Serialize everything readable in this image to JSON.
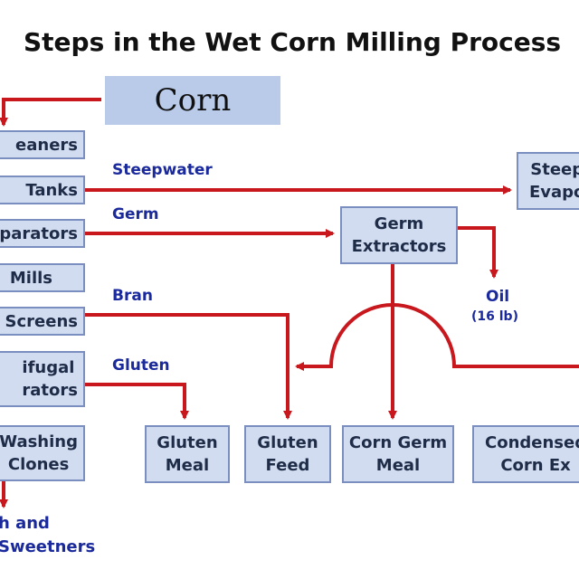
{
  "title": "Steps in the Wet Corn Milling Process",
  "source_node": "Corn",
  "process_steps": [
    {
      "id": "cleaners",
      "label": "eaners"
    },
    {
      "id": "steep-tanks",
      "label": "Tanks"
    },
    {
      "id": "germ-separators",
      "label": "parators"
    },
    {
      "id": "mills",
      "label": "Mills"
    },
    {
      "id": "screens",
      "label": "Screens"
    },
    {
      "id": "centrifugal-separators",
      "label": "ifugal\nrators"
    },
    {
      "id": "washing-cyclones",
      "label": "Washing\nClones"
    }
  ],
  "stream_labels": {
    "steepwater": "Steepwater",
    "germ": "Germ",
    "bran": "Bran",
    "gluten": "Gluten",
    "oil": "Oil",
    "oil_amount": "(16 lb)"
  },
  "intermediate_nodes": {
    "germ_extractors": "Germ\nExtractors",
    "steep_evaporator": "Steep\nEvapo"
  },
  "products": [
    {
      "id": "gluten-meal",
      "label": "Gluten\nMeal"
    },
    {
      "id": "gluten-feed",
      "label": "Gluten\nFeed"
    },
    {
      "id": "corn-germ-meal",
      "label": "Corn Germ\nMeal"
    },
    {
      "id": "condensed-corn-extractives",
      "label": "Condensed\nCorn Ex"
    }
  ],
  "bottom_output": "h and\nSweetners",
  "colors": {
    "arrow": "#c8181e",
    "box_fill": "#d2dcf0",
    "box_border": "#7a8fc0",
    "corn_fill": "#b9cbe9",
    "label_blue": "#1a2a9c"
  }
}
